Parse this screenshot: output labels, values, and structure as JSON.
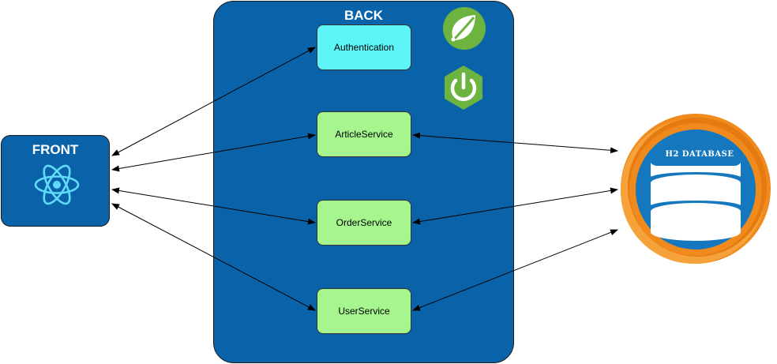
{
  "front": {
    "title": "FRONT",
    "icon": "react-atom-icon"
  },
  "back": {
    "title": "BACK",
    "icons": [
      "spring-leaf-icon",
      "spring-boot-power-icon"
    ],
    "services": [
      {
        "label": "Authentication",
        "color": "#5ef5f8"
      },
      {
        "label": "ArticleService",
        "color": "#a6f58f"
      },
      {
        "label": "OrderService",
        "color": "#a6f58f"
      },
      {
        "label": "UserService",
        "color": "#a6f58f"
      }
    ]
  },
  "database": {
    "label": "H2 DATABASE",
    "icon": "h2-database-icon"
  },
  "colors": {
    "container_blue": "#0a63a8",
    "auth_cyan": "#5ef5f8",
    "service_green": "#a6f58f",
    "spring_green": "#6db33f",
    "db_orange": "#f08a1c"
  }
}
